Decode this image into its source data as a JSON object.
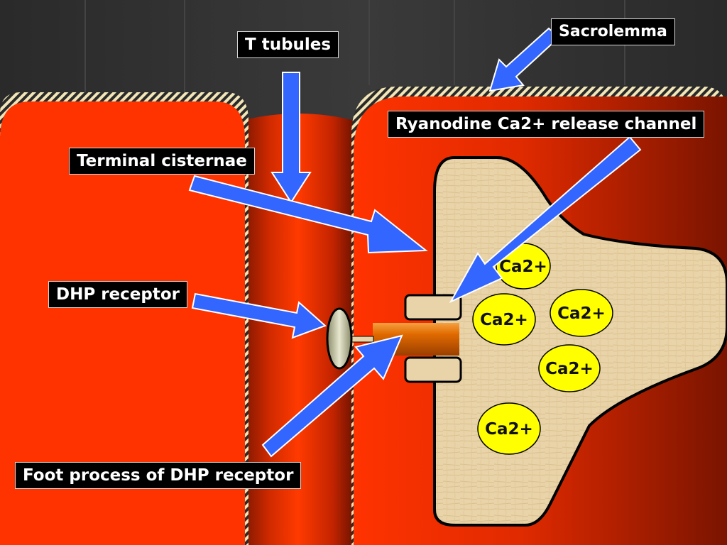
{
  "labels": {
    "t_tubules": "T tubules",
    "sacrolemma": "Sacrolemma",
    "ryanodine": "Ryanodine Ca2+ release channel",
    "terminal_cisternae": "Terminal cisternae",
    "dhp_receptor": "DHP receptor",
    "foot_process": "Foot process of DHP receptor"
  },
  "ions": [
    "Ca2+",
    "Ca2+",
    "Ca2+",
    "Ca2+",
    "Ca2+"
  ],
  "colors": {
    "background": "#2b2b2b",
    "muscle_red": "#ff3300",
    "tubule_dark": "#a82000",
    "arrow_blue": "#3366ff",
    "ion_yellow": "#ffff00",
    "cisterna_tan": "#e9d3a8",
    "foot_orange": "#e06a00"
  }
}
